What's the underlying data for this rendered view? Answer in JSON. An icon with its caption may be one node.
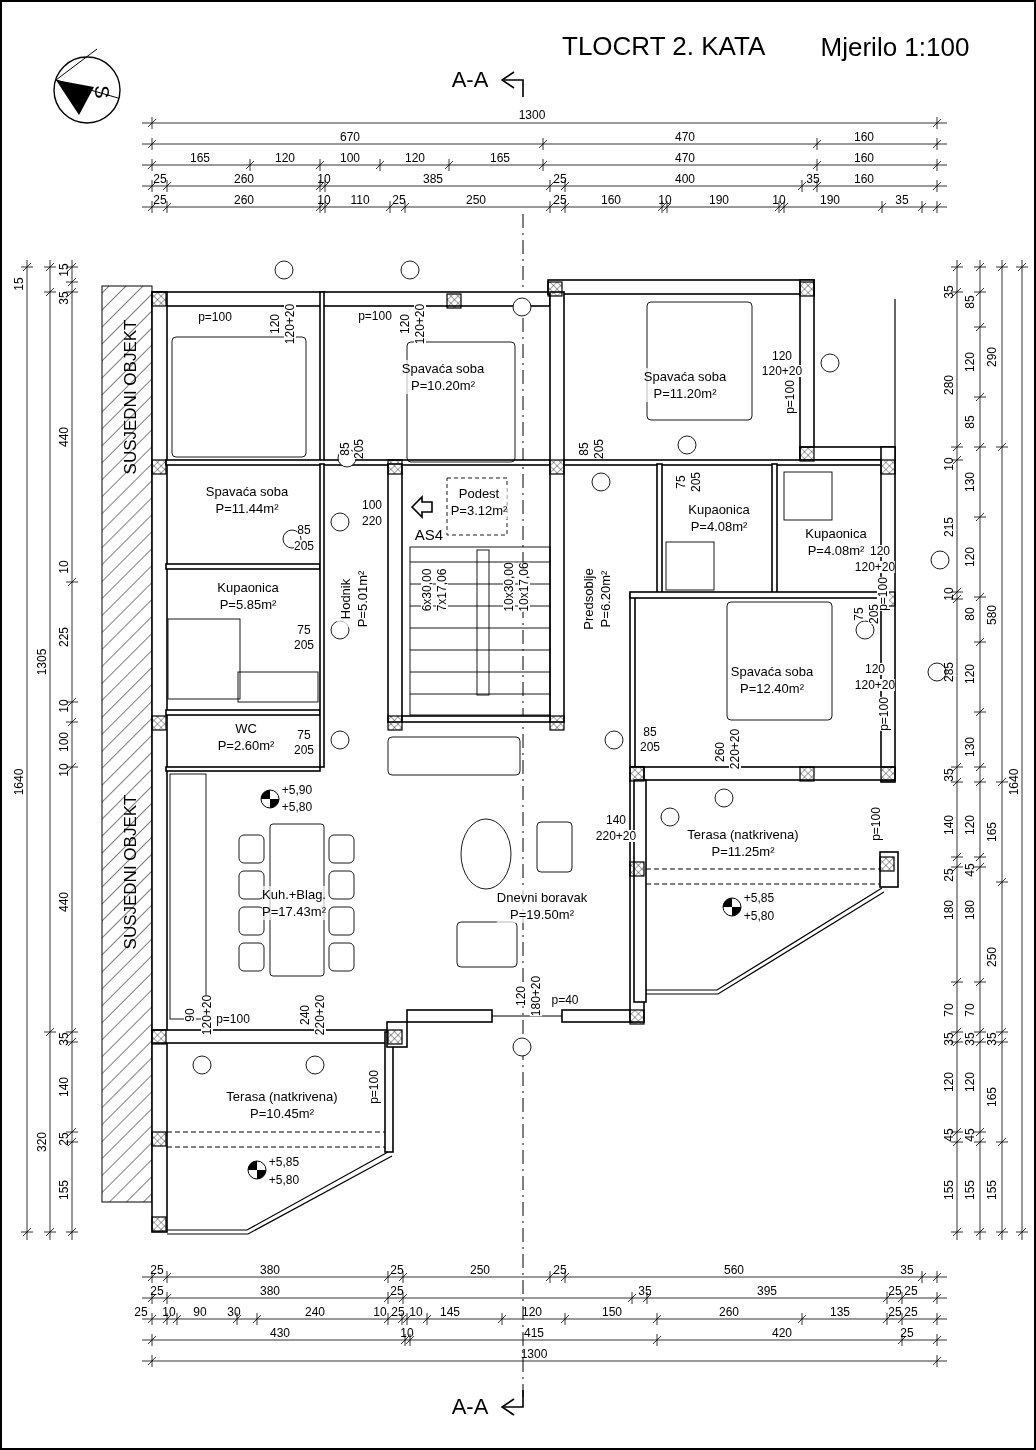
{
  "diagram": {
    "title": "TLOCRT 2. KATA",
    "nodes": [
      {
        "text": [
          "Spavaća soba",
          "P=11.44m²"
        ]
      },
      {
        "text": [
          "Spavaća soba",
          "P=10.20m²"
        ]
      },
      {
        "text": [
          "Podest",
          "P=3.12m²"
        ]
      },
      {
        "text": [
          "Spavaća soba",
          "P=11.20m²"
        ]
      },
      {
        "text": [
          "Kupaonica",
          "P=5.85m²"
        ]
      },
      {
        "text": [
          "Hodnik",
          "P=5.01m²"
        ]
      },
      {
        "text": [
          "Predsoblje",
          "P=6.20m²"
        ]
      },
      {
        "text": [
          "Kupaonica",
          "P=4.08m²"
        ]
      },
      {
        "text": [
          "Kupaonica",
          "P=4.08m²"
        ]
      },
      {
        "text": [
          "Spavaća soba",
          "P=12.40m²"
        ]
      },
      {
        "text": [
          "WC",
          "P=2.60m²"
        ]
      },
      {
        "text": [
          "Kuh.+Blag.",
          "P=17.43m²"
        ]
      },
      {
        "text": [
          "Dnevni boravak",
          "P=19.50m²"
        ]
      },
      {
        "text": [
          "Terasa (natkrivena)",
          "P=11.25m²"
        ]
      },
      {
        "text": [
          "Terasa (natkrivena)",
          "P=10.45m²"
        ]
      }
    ],
    "labels": [
      "Mjerilo 1:100",
      "A-A",
      "S",
      "1300",
      "670",
      "470",
      "160",
      "165",
      "120",
      "100",
      "120",
      "165",
      "470",
      "160",
      "25",
      "260",
      "10",
      "385",
      "25",
      "400",
      "35",
      "160",
      "25",
      "260",
      "10",
      "110",
      "25",
      "250",
      "25",
      "160",
      "10",
      "190",
      "10",
      "190",
      "35",
      "15",
      "15",
      "35",
      "440",
      "10",
      "225",
      "10",
      "100",
      "10",
      "440",
      "35",
      "140",
      "25",
      "155",
      "1305",
      "320",
      "1640",
      "SUSJEDNI OBJEKT",
      "SUSJEDNI OBJEKT",
      "p=100",
      "120",
      "120+20",
      "p=100",
      "120",
      "120+20",
      "85",
      "205",
      "100",
      "220",
      "AS4",
      "85",
      "205",
      "6x30,00",
      "7x17,06",
      "10x30,00",
      "10x17,06",
      "75",
      "205",
      "75",
      "205",
      "120",
      "120+20",
      "p=100",
      "85",
      "205",
      "75",
      "205",
      "120",
      "120+20",
      "p=100",
      "75",
      "205",
      "120",
      "120+20",
      "p=100",
      "85",
      "205",
      "260",
      "220+20",
      "+5,90",
      "+5,80",
      "140",
      "220+20",
      "p=100",
      "+5,85",
      "+5,80",
      "120",
      "180+20",
      "p=40",
      "90",
      "120+20",
      "p=100",
      "240",
      "220+20",
      "p=100",
      "+5,85",
      "+5,80",
      "35",
      "280",
      "10",
      "215",
      "10",
      "285",
      "35",
      "140",
      "25",
      "180",
      "70",
      "35",
      "120",
      "45",
      "155",
      "85",
      "120",
      "85",
      "130",
      "120",
      "80",
      "120",
      "130",
      "120",
      "45",
      "180",
      "70",
      "35",
      "120",
      "45",
      "155",
      "290",
      "580",
      "165",
      "250",
      "35",
      "165",
      "155",
      "1640",
      "25",
      "380",
      "25",
      "250",
      "25",
      "560",
      "35",
      "25",
      "380",
      "25",
      "35",
      "395",
      "25",
      "25",
      "25",
      "10",
      "90",
      "30",
      "240",
      "10",
      "25",
      "10",
      "145",
      "120",
      "150",
      "260",
      "135",
      "25",
      "25",
      "430",
      "10",
      "415",
      "420",
      "25",
      "1300",
      "A-A"
    ]
  }
}
